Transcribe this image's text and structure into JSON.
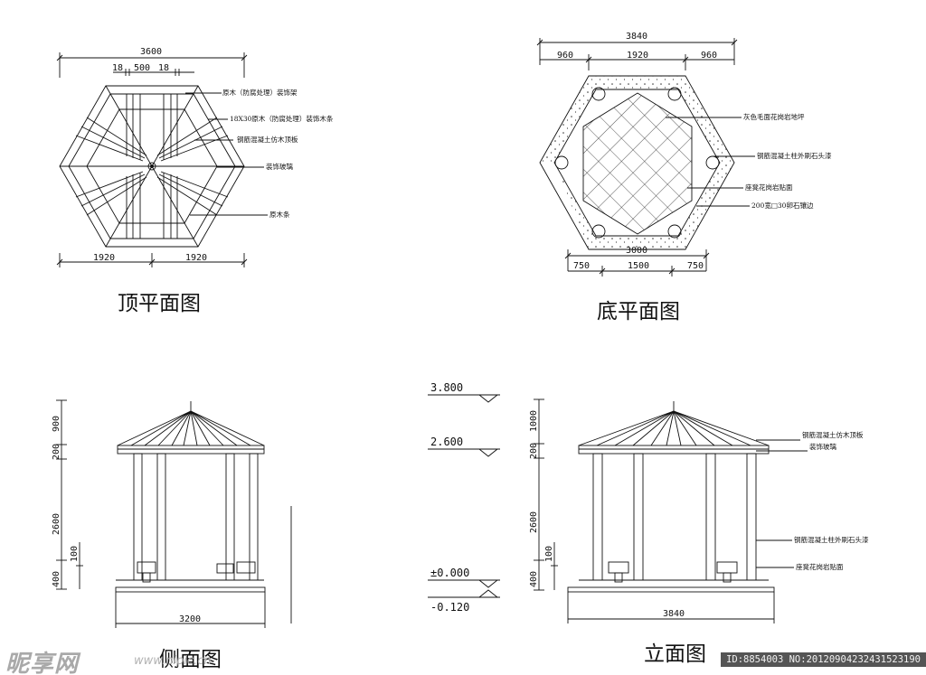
{
  "captions": {
    "top_plan": "顶平面图",
    "bottom_plan": "底平面图",
    "side_elevation": "侧面图",
    "front_elevation": "立面图"
  },
  "top_plan": {
    "overall_width": "3600",
    "rafter_split": [
      "18",
      "500",
      "18"
    ],
    "half_widths": [
      "1920",
      "1920"
    ],
    "notes": [
      "原木（防腐处理）装饰架",
      "18X30原木（防腐处理）装饰木条",
      "钢筋混凝土仿木顶板",
      "装饰玻璃",
      "原木条"
    ]
  },
  "bottom_plan": {
    "overall_width": "3840",
    "top_split": [
      "960",
      "1920",
      "960"
    ],
    "inner_width": "3000",
    "bottom_split": [
      "750",
      "1500",
      "750"
    ],
    "notes": [
      "灰色毛面花岗岩地坪",
      "钢筋混凝土柱外刷石头漆",
      "座凳花岗岩贴面",
      "200宽□30卵石镶边"
    ]
  },
  "side_elevation": {
    "vertical_dims": [
      "900",
      "200",
      "2600",
      "400",
      "100"
    ],
    "base_width": "3200"
  },
  "front_elevation": {
    "levels": [
      "3.800",
      "2.600",
      "±0.000",
      "-0.120"
    ],
    "vertical_dims": [
      "1000",
      "200",
      "2600",
      "400",
      "100"
    ],
    "base_width": "3840",
    "notes": [
      "钢筋混凝土仿木顶板",
      "装饰玻璃",
      "钢筋混凝土柱外刷石头漆",
      "座凳花岗岩贴面"
    ]
  },
  "watermark": {
    "logo": "昵享网",
    "site": "www.nipic.cn",
    "id": "ID:8854003 NO:20120904232431523190"
  }
}
